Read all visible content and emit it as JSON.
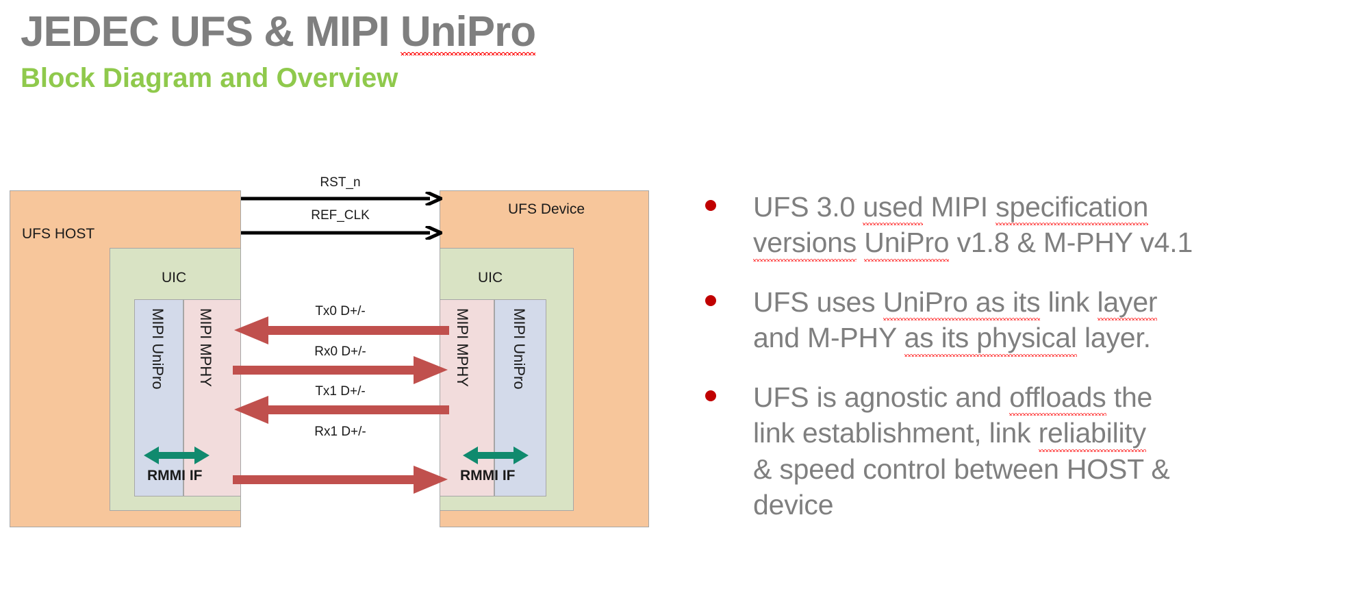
{
  "heading": {
    "title_parts": [
      {
        "text": "JEDEC UFS & MIPI ",
        "squiggle": false
      },
      {
        "text": "UniPro",
        "squiggle": true
      }
    ],
    "title_plain": "JEDEC UFS & MIPI UniPro",
    "subtitle": "Block Diagram and Overview",
    "title_color": "#7f7f7f",
    "subtitle_color": "#8fc94c"
  },
  "diagram": {
    "host": {
      "label": "UFS HOST",
      "uic_label": "UIC",
      "inner_blocks": [
        {
          "name": "MIPI UniPro",
          "color": "#d3daea"
        },
        {
          "name": "MIPI MPHY",
          "color": "#f2dcdc"
        }
      ],
      "rmmi_label": "RMMI IF"
    },
    "device": {
      "label": "UFS Device",
      "uic_label": "UIC",
      "inner_blocks": [
        {
          "name": "MIPI MPHY",
          "color": "#f2dcdc"
        },
        {
          "name": "MIPI UniPro",
          "color": "#d3daea"
        }
      ],
      "rmmi_label": "RMMI IF"
    },
    "signals": [
      {
        "label": "RST_n",
        "direction": "right",
        "color": "#000000",
        "style": "thin"
      },
      {
        "label": "REF_CLK",
        "direction": "right",
        "color": "#000000",
        "style": "thin"
      },
      {
        "label": "Tx0 D+/-",
        "direction": "left",
        "color": "#c0504d",
        "style": "thick"
      },
      {
        "label": "Rx0 D+/-",
        "direction": "right",
        "color": "#c0504d",
        "style": "thick"
      },
      {
        "label": "Tx1 D+/-",
        "direction": "left",
        "color": "#c0504d",
        "style": "thick"
      },
      {
        "label": "Rx1 D+/-",
        "direction": "right",
        "color": "#c0504d",
        "style": "thick"
      }
    ],
    "rmmi_arrow_color": "#108a6e",
    "colors": {
      "host_fill": "#f7c69b",
      "uic_fill": "#d9e3c4",
      "unipro_fill": "#d3daea",
      "mphy_fill": "#f2dcdc",
      "border": "#a6a6a6"
    }
  },
  "bullets": [
    {
      "lines": [
        [
          {
            "t": "UFS 3.0 ",
            "sq": false
          },
          {
            "t": "used",
            "sq": true
          },
          {
            "t": " MIPI ",
            "sq": false
          },
          {
            "t": "specification",
            "sq": true
          }
        ],
        [
          {
            "t": "versions",
            "sq": true
          },
          {
            "t": " ",
            "sq": false
          },
          {
            "t": "UniPro",
            "sq": true
          },
          {
            "t": " v1.8 & M-PHY v4.1",
            "sq": false
          }
        ]
      ],
      "plain": "UFS 3.0 used MIPI specification versions UniPro v1.8 & M-PHY v4.1"
    },
    {
      "lines": [
        [
          {
            "t": "UFS uses ",
            "sq": false
          },
          {
            "t": "UniPro as its",
            "sq": true
          },
          {
            "t": " link ",
            "sq": false
          },
          {
            "t": "layer",
            "sq": true
          }
        ],
        [
          {
            "t": "and M-PHY ",
            "sq": false
          },
          {
            "t": "as its physical",
            "sq": true
          },
          {
            "t": " layer.",
            "sq": false
          }
        ]
      ],
      "plain": "UFS uses UniPro as its link layer and M-PHY as its physical layer."
    },
    {
      "lines": [
        [
          {
            "t": "UFS is agnostic and ",
            "sq": false
          },
          {
            "t": "offloads",
            "sq": true
          },
          {
            "t": " the",
            "sq": false
          }
        ],
        [
          {
            "t": "link establishment, link ",
            "sq": false
          },
          {
            "t": "reliability",
            "sq": true
          }
        ],
        [
          {
            "t": "& speed control between HOST &",
            "sq": false
          }
        ],
        [
          {
            "t": "device",
            "sq": false
          }
        ]
      ],
      "plain": "UFS is agnostic and offloads the link establishment, link reliability & speed control between HOST & device"
    }
  ]
}
